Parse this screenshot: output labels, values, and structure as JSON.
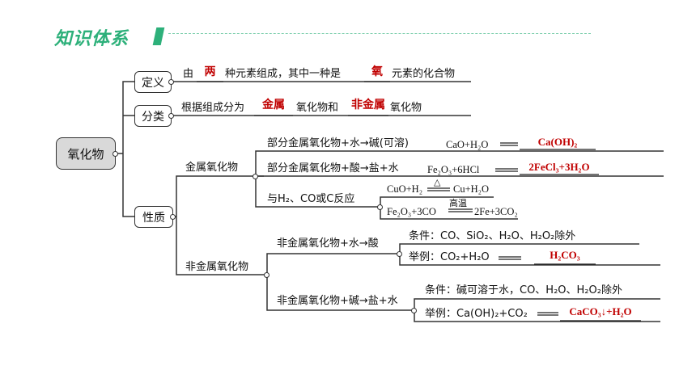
{
  "header": {
    "title": "知识体系"
  },
  "root": "氧化物",
  "nodes": {
    "definition": "定义",
    "classification": "分类",
    "properties": "性质"
  },
  "definition": {
    "text1": "由",
    "blank1": "两",
    "text2": "种元素组成，其中一种是",
    "blank2": "氧",
    "text3": "元素的化合物"
  },
  "classification": {
    "text1": "根据组成分为",
    "blank1": "金属",
    "text2": "氧化物和",
    "blank2": "非金属",
    "text3": "氧化物"
  },
  "metal_oxide": {
    "label": "金属氧化物",
    "water": {
      "text": "部分金属氧化物+水→碱(可溶)",
      "equation": "CaO+H₂O",
      "answer": "Ca(OH)₂"
    },
    "acid": {
      "text": "部分金属氧化物+酸→盐+水",
      "equation": "Fe₂O₃+6HCl",
      "answer": "2FeCl₃+3H₂O"
    },
    "reduction": {
      "text": "与H₂、CO或C反应",
      "eq1_left": "CuO+H₂",
      "eq1_cond": "△",
      "eq1_right": "Cu+H₂O",
      "eq2_left": "Fe₂O₃+3CO",
      "eq2_cond": "高温",
      "eq2_right": "2Fe+3CO₂"
    }
  },
  "nonmetal_oxide": {
    "label": "非金属氧化物",
    "water": {
      "text": "非金属氧化物+水→酸",
      "condition": "条件：CO、SiO₂、H₂O、H₂O₂除外",
      "example": "举例：CO₂+H₂O",
      "answer": "H₂CO₃"
    },
    "base": {
      "text": "非金属氧化物+碱→盐+水",
      "condition": "条件：碱可溶于水，CO、H₂O、H₂O₂除外",
      "example": "举例：Ca(OH)₂+CO₂",
      "answer": "CaCO₃↓+H₂O"
    }
  },
  "colors": {
    "title": "#2db07a",
    "answer": "#c00000",
    "root_fill": "#d9d9d9"
  }
}
